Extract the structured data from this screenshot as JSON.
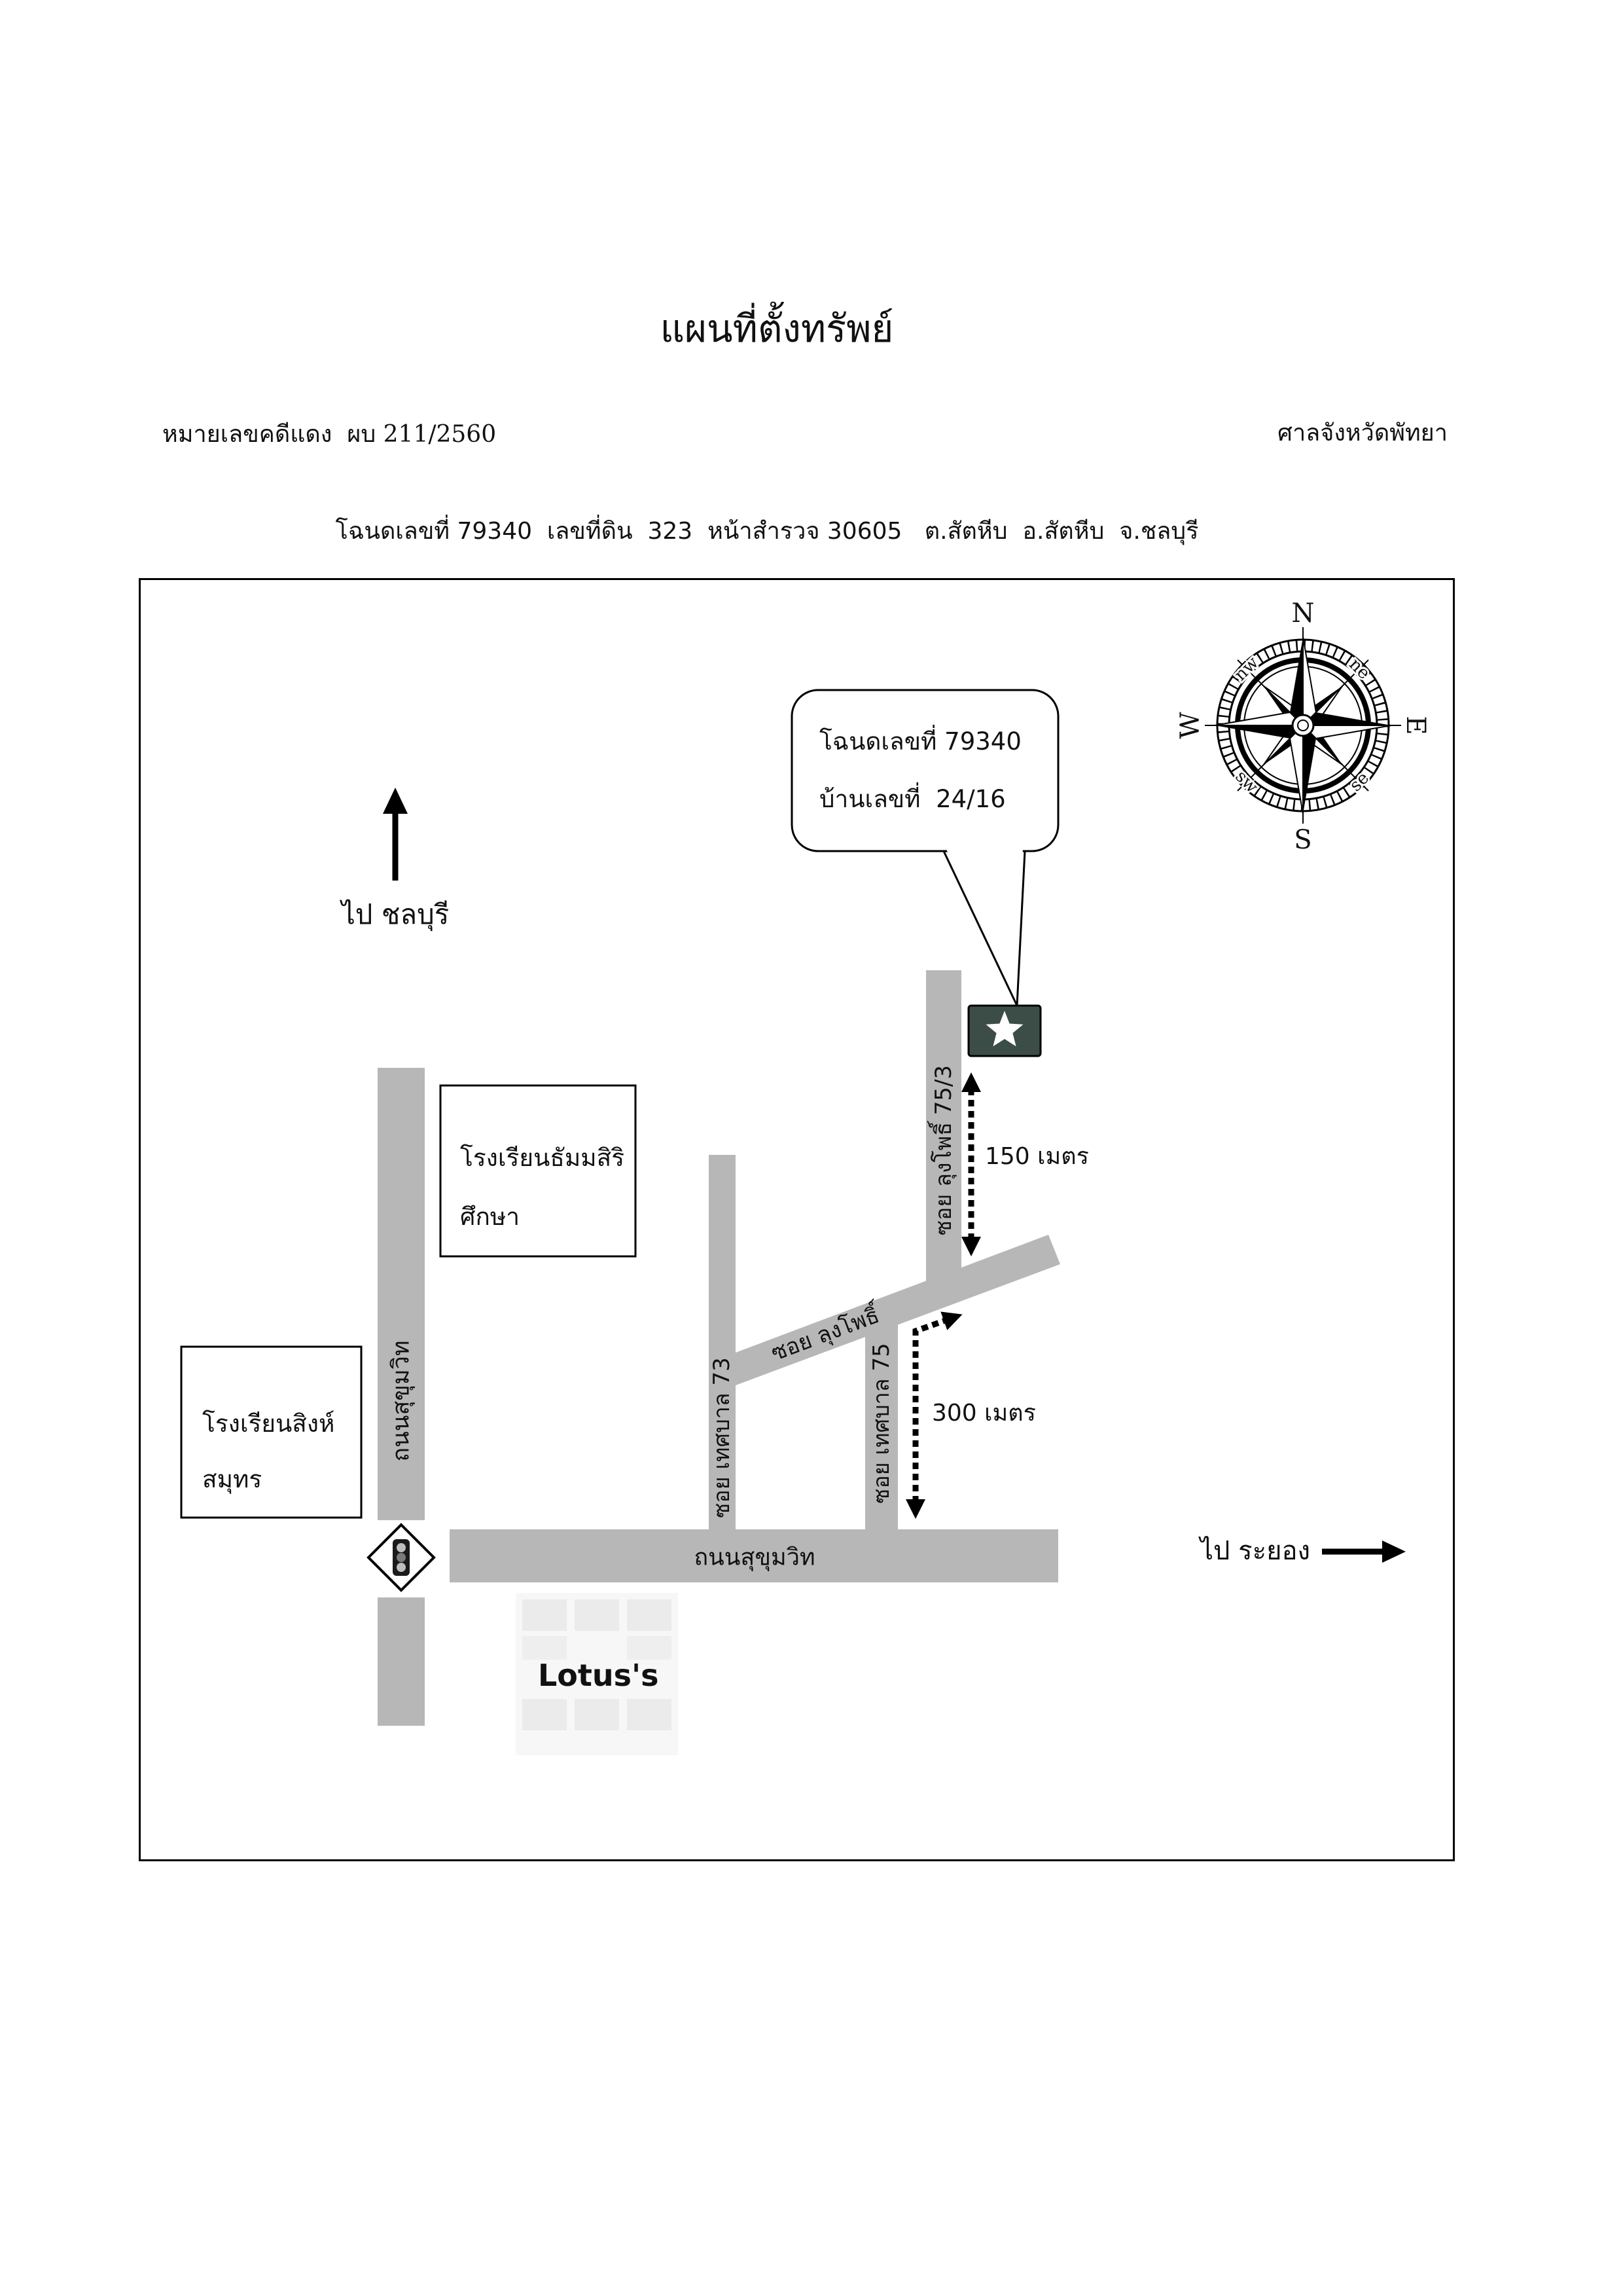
{
  "document": {
    "title": "แผนที่ตั้งทรัพย์",
    "case_number": "หมายเลขคดีแดง  ผบ 211/2560",
    "court": "ศาลจังหวัดพัทยา",
    "deed_line": "โฉนดเลขที่ 79340  เลขที่ดิน  323  หน้าสำรวจ 30605   ต.สัตหีบ  อ.สัตหีบ  จ.ชลบุรี"
  },
  "map": {
    "compass": {
      "n": "N",
      "e": "E",
      "s": "S",
      "w": "W",
      "ne": "ne",
      "se": "se",
      "sw": "sw",
      "nw": "nw"
    },
    "callout": {
      "deed": "โฉนดเลขที่ 79340",
      "house": "บ้านเลขที่  24/16"
    },
    "to_chonburi": "ไป ชลบุรี",
    "to_rayong": "ไป ระยอง",
    "roads": {
      "sukhumvit_vertical": "ถนนสุขุมวิท",
      "sukhumvit_horizontal": "ถนนสุขุมวิท",
      "soi_thetsaban_73": "ซอย เทศบาล 73",
      "soi_thetsaban_75": "ซอย เทศบาล 75",
      "soi_lung_pho": "ซอย ลุงโพธิ์",
      "soi_lung_pho_75_3": "ซอย ลุงโพธิ์ 75/3"
    },
    "distances": {
      "to_property": "150 เมตร",
      "along_soi_75": "300 เมตร"
    },
    "schools": {
      "thammasiri": [
        "โรงเรียนธัมมสิริ",
        "ศึกษา"
      ],
      "sing_samut": [
        "โรงเรียนสิงห์",
        "สมุทร"
      ]
    },
    "landmark": "Lotus's",
    "colors": {
      "road": "#b7b7b7",
      "marker": "#3c4d47",
      "landmark_text": "#3d4a42",
      "ink": "#111111"
    }
  }
}
